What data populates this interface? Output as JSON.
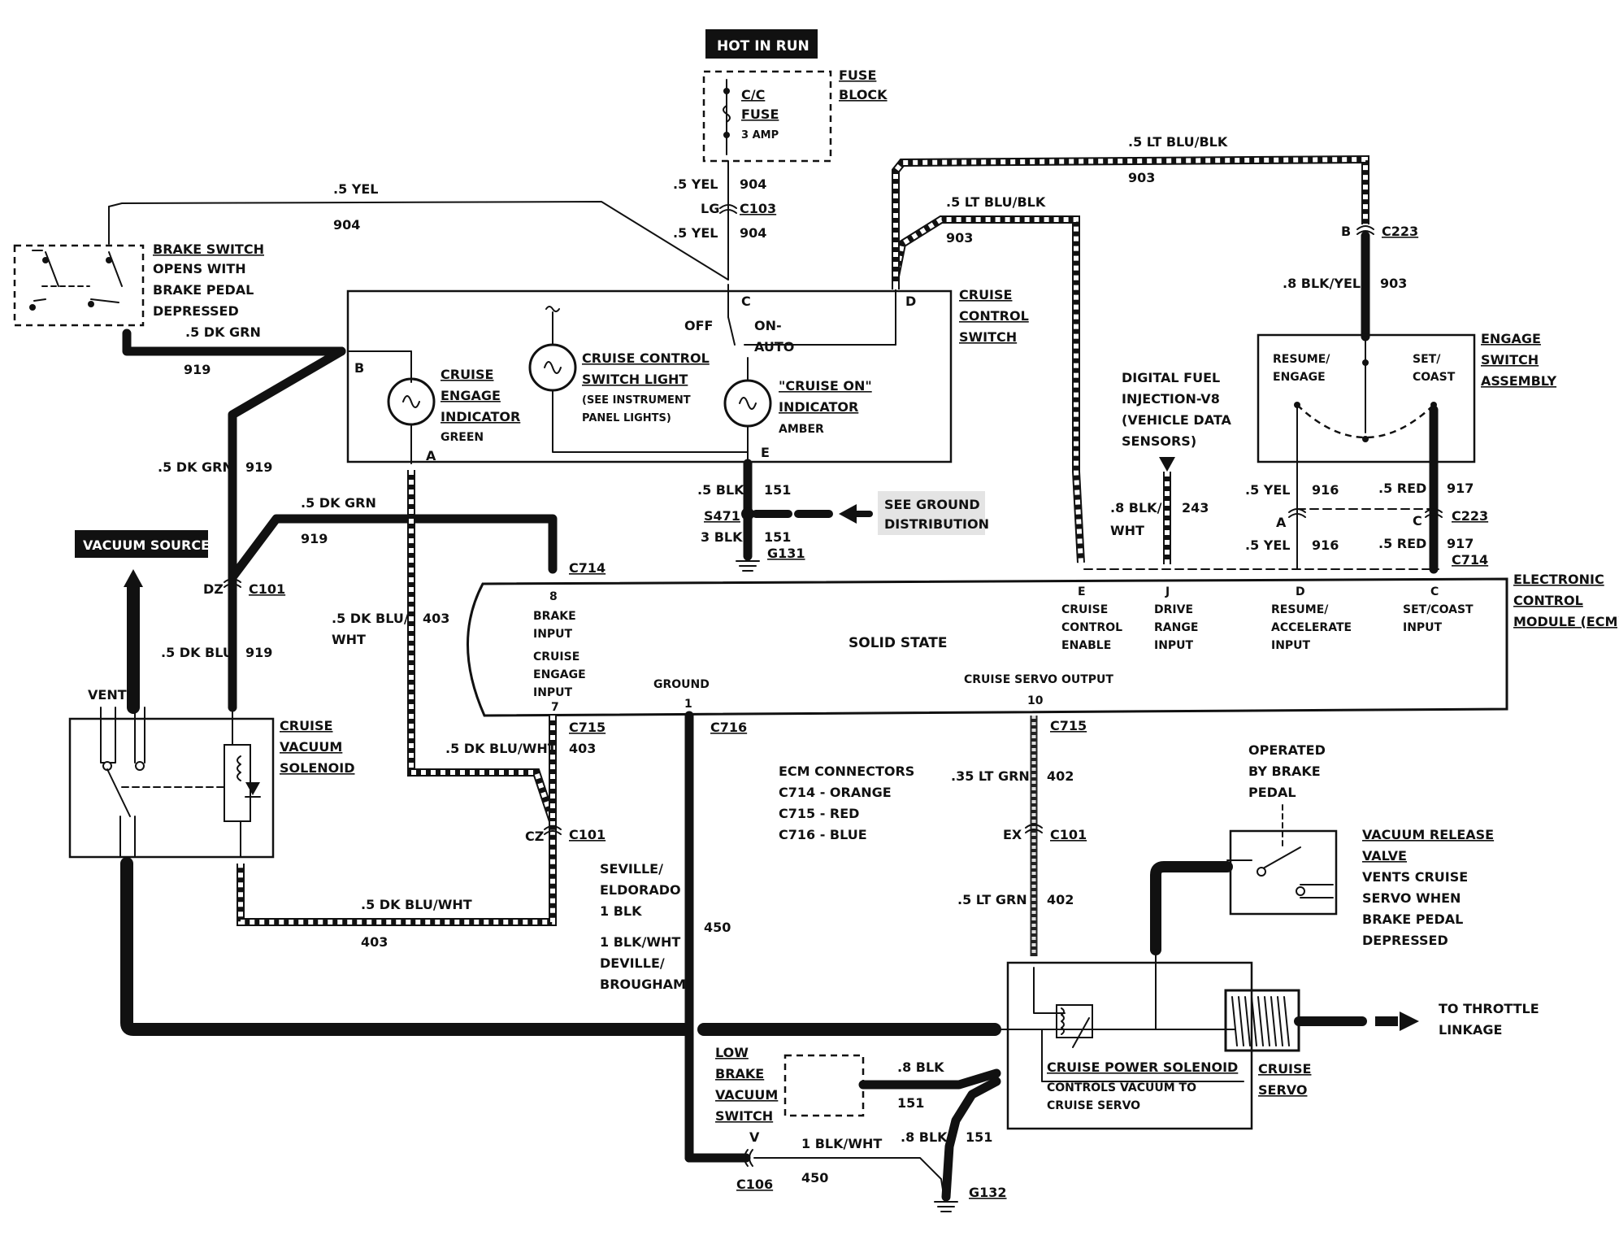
{
  "labels": {
    "hot_in_run": "HOT IN RUN",
    "fuse_block": [
      "FUSE",
      "BLOCK"
    ],
    "cc_fuse": [
      "C/C",
      "FUSE",
      "3 AMP"
    ],
    "brake_switch": [
      "BRAKE SWITCH",
      "OPENS WITH",
      "BRAKE PEDAL",
      "DEPRESSED"
    ],
    "cruise_control_switch": [
      "CRUISE",
      "CONTROL",
      "SWITCH"
    ],
    "cruise_engage_indicator": [
      "CRUISE",
      "ENGAGE",
      "INDICATOR",
      "GREEN"
    ],
    "cruise_control_switch_light": [
      "CRUISE CONTROL",
      "SWITCH LIGHT",
      "(SEE INSTRUMENT",
      "PANEL LIGHTS)"
    ],
    "cruise_on_indicator": [
      "\"CRUISE ON\"",
      "INDICATOR",
      "AMBER"
    ],
    "switch_positions": [
      "OFF",
      "ON-",
      "AUTO"
    ],
    "digital_fuel_injection": [
      "DIGITAL FUEL",
      "INJECTION-V8",
      "(VEHICLE DATA",
      "SENSORS)"
    ],
    "engage_switch_assembly": [
      "ENGAGE",
      "SWITCH",
      "ASSEMBLY"
    ],
    "resume_engage": [
      "RESUME/",
      "ENGAGE"
    ],
    "set_coast": [
      "SET/",
      "COAST"
    ],
    "ecm_title": [
      "ELECTRONIC",
      "CONTROL",
      "MODULE (ECM)"
    ],
    "solid_state": "SOLID STATE",
    "ecm_inputs": {
      "brake_input": [
        "8",
        "BRAKE",
        "INPUT"
      ],
      "cruise_engage_input": [
        "CRUISE",
        "ENGAGE",
        "INPUT",
        "7"
      ],
      "ground": [
        "GROUND",
        "1"
      ],
      "cruise_servo_output": [
        "CRUISE SERVO OUTPUT",
        "10"
      ],
      "cruise_control_enable": [
        "E",
        "CRUISE",
        "CONTROL",
        "ENABLE"
      ],
      "drive_range_input": [
        "J",
        "DRIVE",
        "RANGE",
        "INPUT"
      ],
      "resume_accelerate_input": [
        "D",
        "RESUME/",
        "ACCELERATE",
        "INPUT"
      ],
      "set_coast_input": [
        "C",
        "SET/COAST",
        "INPUT"
      ]
    },
    "vacuum_source": "VACUUM SOURCE",
    "vent": "VENT",
    "cruise_vacuum_solenoid": [
      "CRUISE",
      "VACUUM",
      "SOLENOID"
    ],
    "see_ground_distribution": [
      "SEE GROUND",
      "DISTRIBUTION"
    ],
    "ecm_connectors": [
      "ECM CONNECTORS",
      "C714 - ORANGE",
      "C715 - RED",
      "C716 - BLUE"
    ],
    "seville_note": [
      "SEVILLE/",
      "ELDORADO",
      "1 BLK",
      "1 BLK/WHT",
      "DEVILLE/",
      "BROUGHAM"
    ],
    "operated_by_brake_pedal": [
      "OPERATED",
      "BY BRAKE",
      "PEDAL"
    ],
    "vacuum_release_valve": [
      "VACUUM RELEASE",
      "VALVE",
      "VENTS CRUISE",
      "SERVO WHEN",
      "BRAKE PEDAL",
      "DEPRESSED"
    ],
    "cruise_power_solenoid": [
      "CRUISE POWER SOLENOID",
      "CONTROLS VACUUM TO",
      "CRUISE SERVO"
    ],
    "cruise_servo": [
      "CRUISE",
      "SERVO"
    ],
    "to_throttle_linkage": [
      "TO THROTTLE",
      "LINKAGE"
    ],
    "low_brake_vacuum_switch": [
      "LOW",
      "BRAKE",
      "VACUUM",
      "SWITCH"
    ]
  },
  "wires": {
    "yel_904_a": ".5 YEL",
    "num_904": "904",
    "yel_904_top": ".5 YEL",
    "yel_904_bot": ".5 YEL",
    "lg": "LG",
    "c103": "C103",
    "ltblu_903_a": ".5 LT BLU/BLK",
    "num_903": "903",
    "ltblu_903_b": ".5 LT BLU/BLK",
    "blkyel_903": ".8 BLK/YEL",
    "dkgrn_919_a": ".5 DK GRN",
    "num_919": "919",
    "dkgrn_919_b": ".5 DK GRN",
    "dkgrn_919_c": ".5 DK GRN",
    "dkblu_919": ".5 DK BLU",
    "dz": "DZ",
    "c101": "C101",
    "dkbluwht_403_a": ".5 DK BLU/",
    "wht": "WHT",
    "num_403": "403",
    "dkbluwht_403_b": ".5 DK BLU/WHT",
    "dkbluwht_403_c": ".5 DK BLU/WHT",
    "cz": "CZ",
    "c714": "C714",
    "c715": "C715",
    "c716": "C716",
    "blk_151_a": ".5 BLK",
    "num_151": "151",
    "s471": "S471",
    "blk_151_b": "3 BLK",
    "g131": "G131",
    "blkwht_243": ".8 BLK/",
    "num_243": "243",
    "yel_916_a": ".5 YEL",
    "num_916": "916",
    "yel_916_b": ".5 YEL",
    "red_917_a": ".5 RED",
    "num_917": "917",
    "red_917_b": ".5 RED",
    "c223": "C223",
    "pin_a": "A",
    "pin_b": "B",
    "pin_c": "C",
    "pin_d": "D",
    "pin_e": "E",
    "ltgrn_402_a": ".35 LT GRN",
    "num_402": "402",
    "ex": "EX",
    "ltgrn_402_b": ".5 LT GRN",
    "num_450": "450",
    "blkwht_450": "1 BLK/WHT",
    "pin_v": "V",
    "c106": "C106",
    "blk_151_c": ".8 BLK",
    "blk_151_d": ".8 BLK",
    "g132": "G132"
  }
}
